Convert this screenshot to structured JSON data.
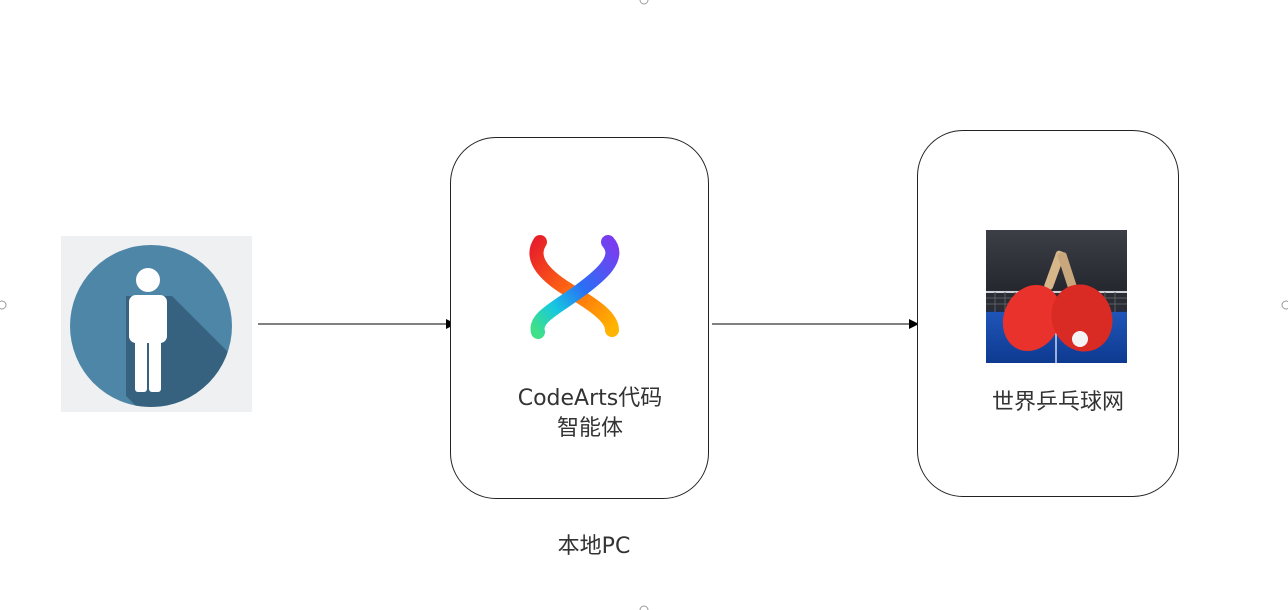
{
  "nodes": {
    "user": {
      "icon": "person-icon"
    },
    "agent": {
      "icon": "codearts-logo-icon",
      "label_line1": "CodeArts代码",
      "label_line2": "智能体"
    },
    "site": {
      "icon": "table-tennis-photo",
      "label": "世界乒乓球网"
    },
    "group_label": "本地PC"
  },
  "edges": [
    {
      "from": "user",
      "to": "agent"
    },
    {
      "from": "agent",
      "to": "site"
    }
  ],
  "colors": {
    "person_circle": "#4e86a8",
    "person_shadow": "#2f5671",
    "icon_bg": "#eef0f2",
    "box_border": "#222222",
    "text": "#333333",
    "paddle_red": "#e8322b"
  }
}
